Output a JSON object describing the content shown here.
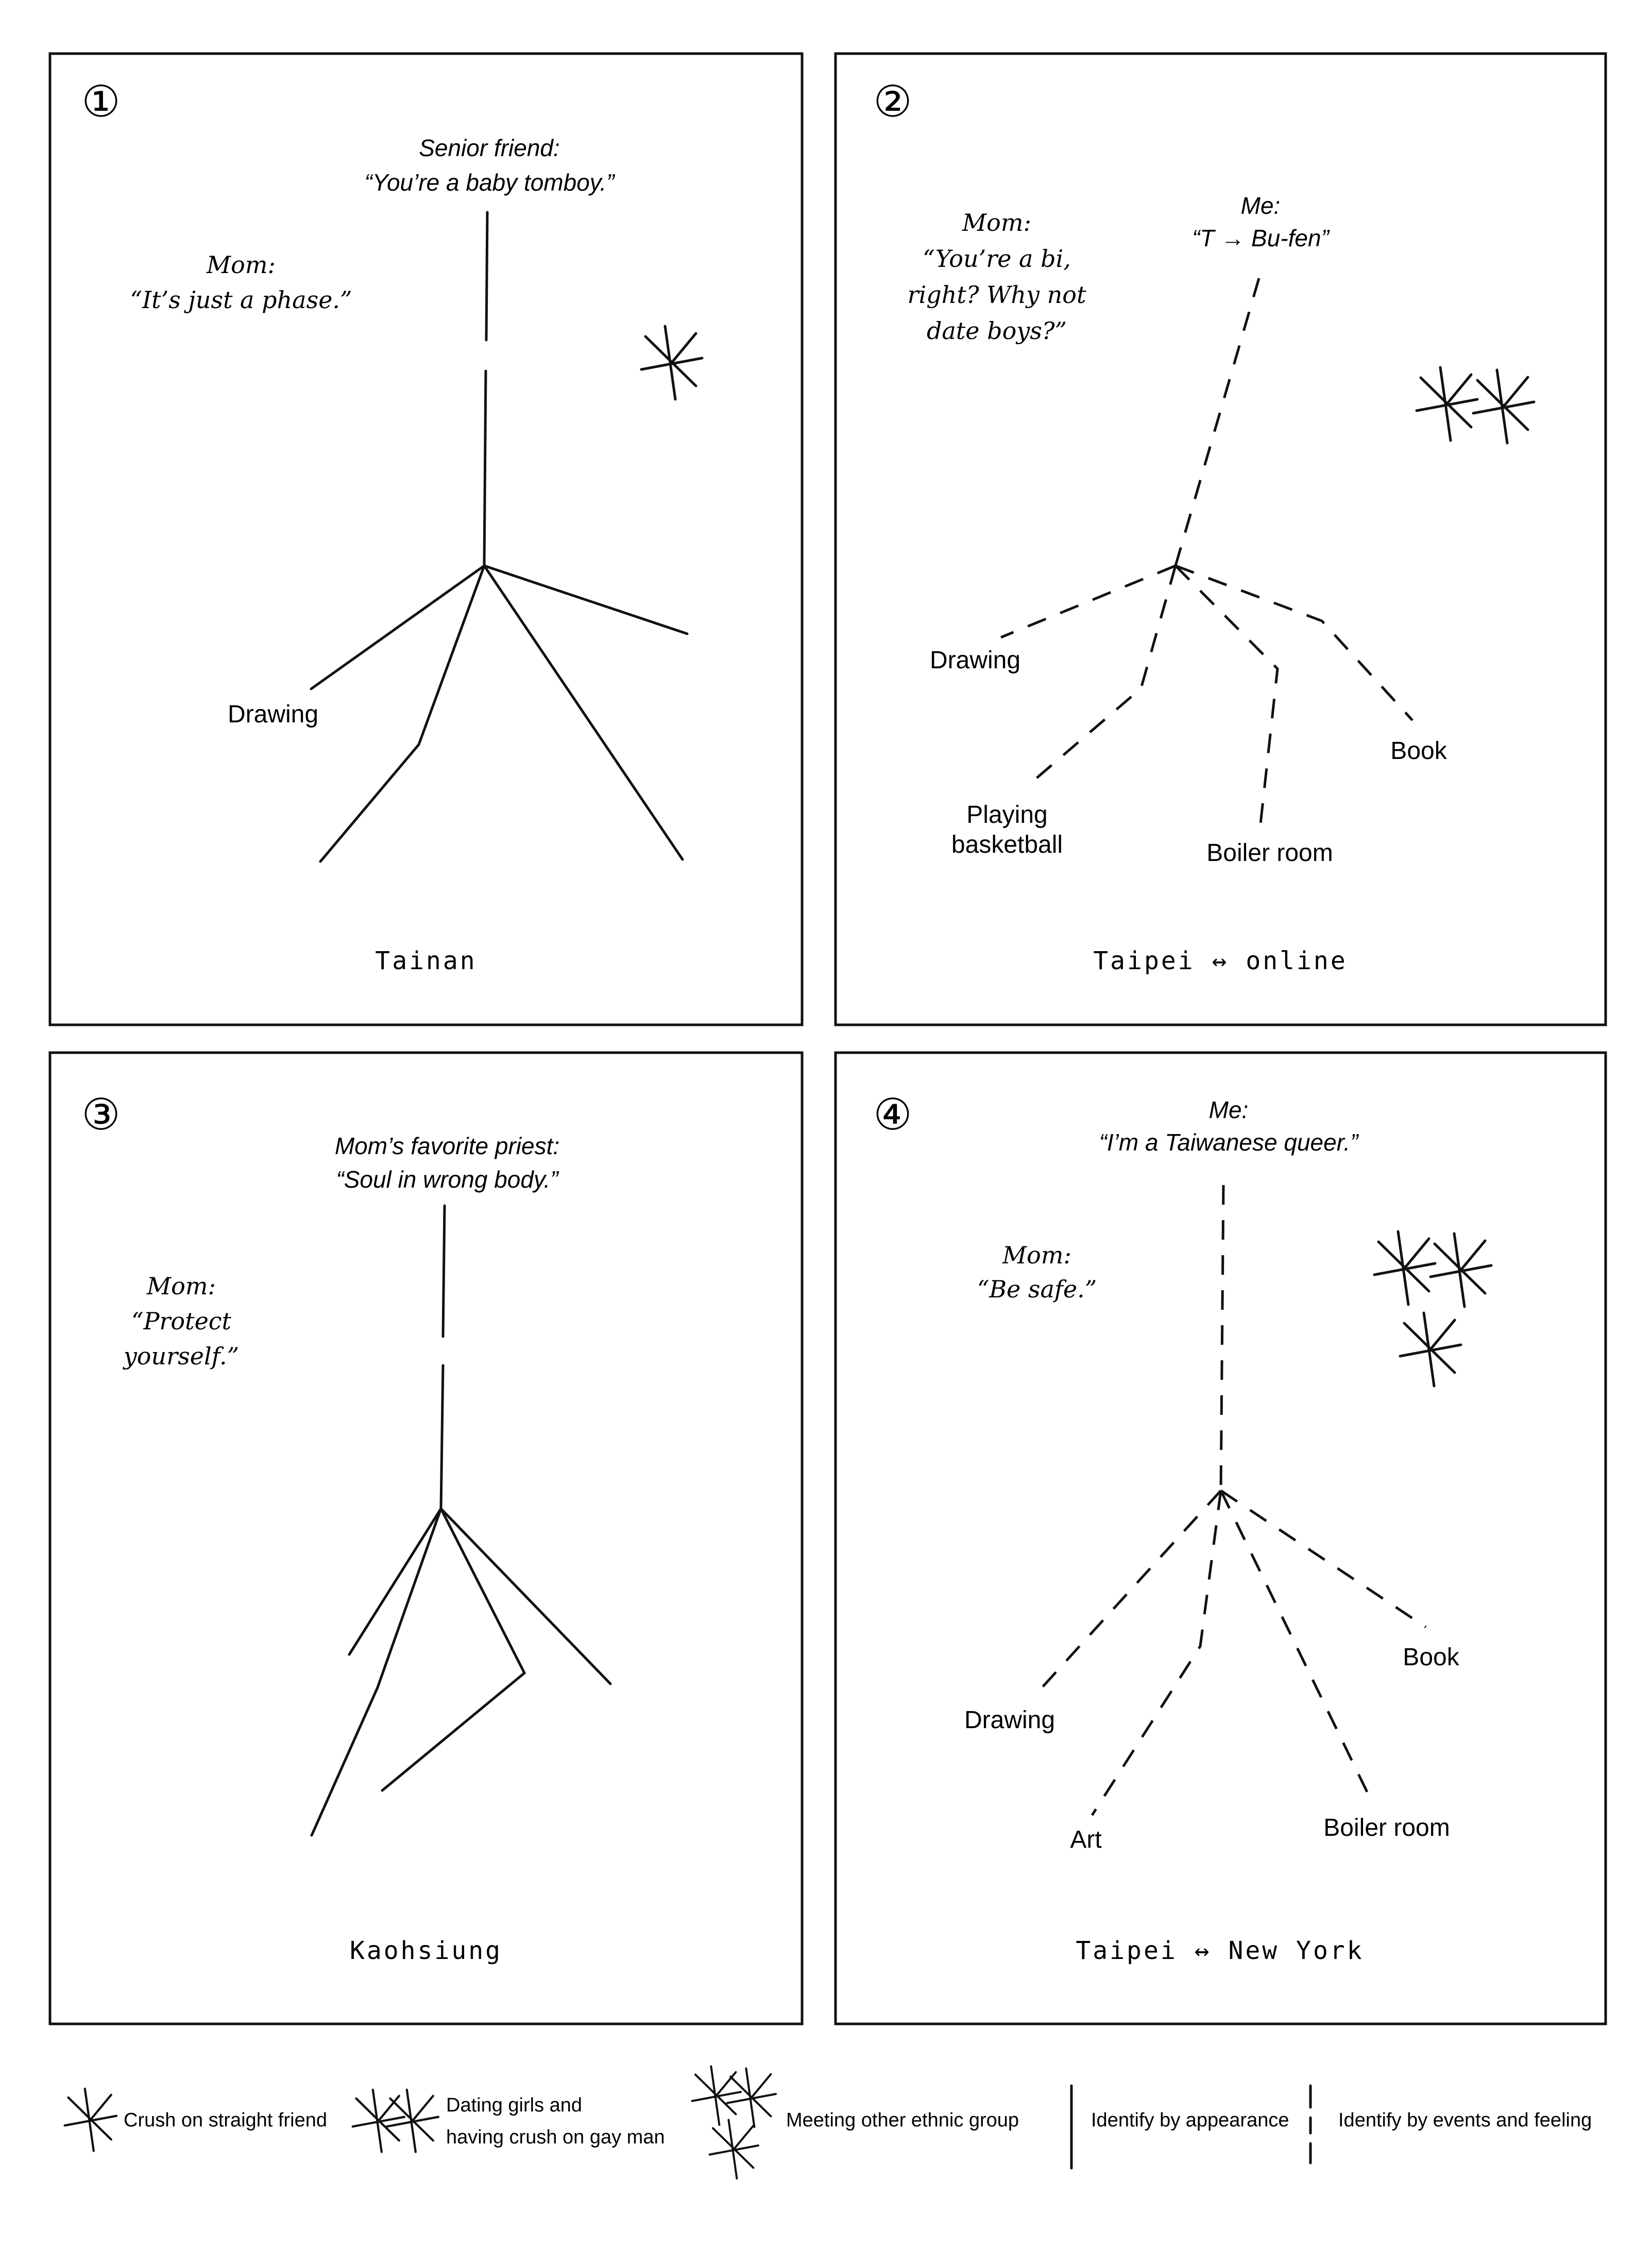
{
  "panels": [
    {
      "number": "①",
      "quote1": {
        "speaker": "Senior friend:",
        "text": "“You’re a baby tomboy.”"
      },
      "quote2": {
        "speaker": "Mom:",
        "text": "“It’s just a phase.”"
      },
      "branches": [
        "Drawing"
      ],
      "location": "Tainan"
    },
    {
      "number": "②",
      "quote1": {
        "speaker": "Me:",
        "text": "“T → Bu-fen”"
      },
      "quote2": {
        "speaker": "Mom:",
        "lines": [
          "“You’re a bi,",
          "right? Why not",
          "date boys?”"
        ]
      },
      "branches": [
        "Drawing",
        "Playing",
        "basketball",
        "Boiler room",
        "Book"
      ],
      "location": "Taipei ↔ online"
    },
    {
      "number": "③",
      "quote1": {
        "speaker": "Mom’s favorite priest:",
        "text": "“Soul in wrong body.”"
      },
      "quote2": {
        "speaker": "Mom:",
        "lines": [
          "“Protect",
          "yourself.”"
        ]
      },
      "location": "Kaohsiung"
    },
    {
      "number": "④",
      "quote1": {
        "speaker": "Me:",
        "text": "“I’m a Taiwanese queer.”"
      },
      "quote2": {
        "speaker": "Mom:",
        "text": "“Be safe.”"
      },
      "branches": [
        "Drawing",
        "Art",
        "Boiler room",
        "Book"
      ],
      "location": "Taipei ↔ New York"
    }
  ],
  "legend": {
    "crush_straight": "Crush on straight friend",
    "dating": [
      "Dating girls and",
      "having crush on gay man"
    ],
    "ethnic": "Meeting other ethnic group",
    "appearance": "Identify by appearance",
    "events": "Identify by events and feeling"
  }
}
